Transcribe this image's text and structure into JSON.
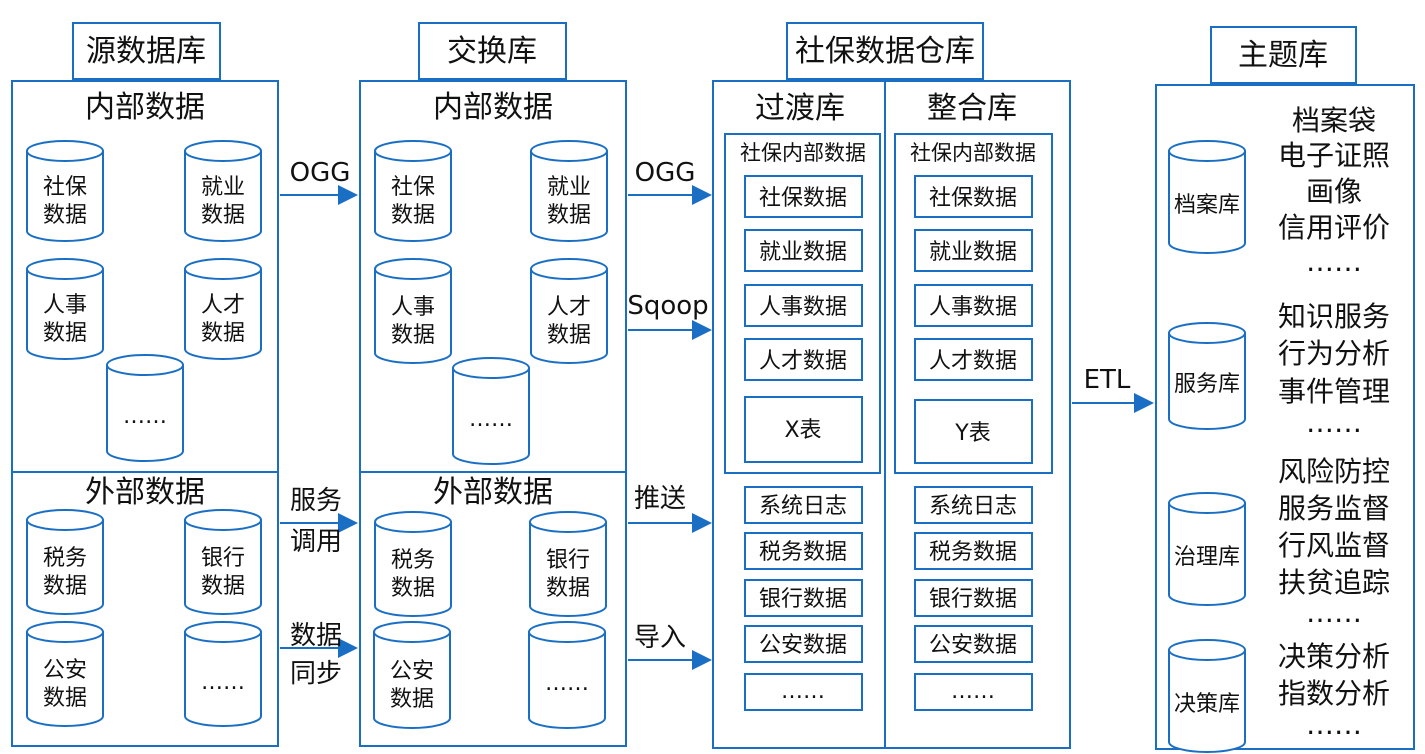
{
  "accent_color": "#1a6fc4",
  "source_db": {
    "title": "源数据库",
    "internal": {
      "title": "内部数据",
      "items": [
        [
          "社保",
          "数据"
        ],
        [
          "就业",
          "数据"
        ],
        [
          "人事",
          "数据"
        ],
        [
          "人才",
          "数据"
        ],
        [
          "……"
        ]
      ]
    },
    "external": {
      "title": "外部数据",
      "items": [
        [
          "税务",
          "数据"
        ],
        [
          "银行",
          "数据"
        ],
        [
          "公安",
          "数据"
        ],
        [
          "……"
        ]
      ]
    }
  },
  "exchange_db": {
    "title": "交换库",
    "internal": {
      "title": "内部数据",
      "items": [
        [
          "社保",
          "数据"
        ],
        [
          "就业",
          "数据"
        ],
        [
          "人事",
          "数据"
        ],
        [
          "人才",
          "数据"
        ],
        [
          "……"
        ]
      ]
    },
    "external": {
      "title": "外部数据",
      "items": [
        [
          "税务",
          "数据"
        ],
        [
          "银行",
          "数据"
        ],
        [
          "公安",
          "数据"
        ],
        [
          "……"
        ]
      ]
    }
  },
  "arrows_1": {
    "ogg": "OGG",
    "service_call": [
      "服务",
      "调用"
    ],
    "data_sync": [
      "数据",
      "同步"
    ]
  },
  "warehouse": {
    "title": "社保数据仓库",
    "transition": {
      "title": "过渡库",
      "inner_title": "社保内部数据",
      "inner_items": [
        "社保数据",
        "就业数据",
        "人事数据",
        "人才数据",
        "X表"
      ],
      "outer_items": [
        "系统日志",
        "税务数据",
        "银行数据",
        "公安数据",
        "……"
      ]
    },
    "integration": {
      "title": "整合库",
      "inner_title": "社保内部数据",
      "inner_items": [
        "社保数据",
        "就业数据",
        "人事数据",
        "人才数据",
        "Y表"
      ],
      "outer_items": [
        "系统日志",
        "税务数据",
        "银行数据",
        "公安数据",
        "……"
      ]
    }
  },
  "arrows_2": {
    "ogg": "OGG",
    "sqoop": "Sqoop",
    "push": "推送",
    "import": "导入"
  },
  "etl": "ETL",
  "topic_db": {
    "title": "主题库",
    "groups": [
      {
        "db": "档案库",
        "lines": [
          "档案袋",
          "电子证照",
          "画像",
          "信用评价",
          "……"
        ]
      },
      {
        "db": "服务库",
        "lines": [
          "知识服务",
          "行为分析",
          "事件管理",
          "……"
        ]
      },
      {
        "db": "治理库",
        "lines": [
          "风险防控",
          "服务监督",
          "行风监督",
          "扶贫追踪",
          "……"
        ]
      },
      {
        "db": "决策库",
        "lines": [
          "决策分析",
          "指数分析",
          "……"
        ]
      }
    ]
  }
}
